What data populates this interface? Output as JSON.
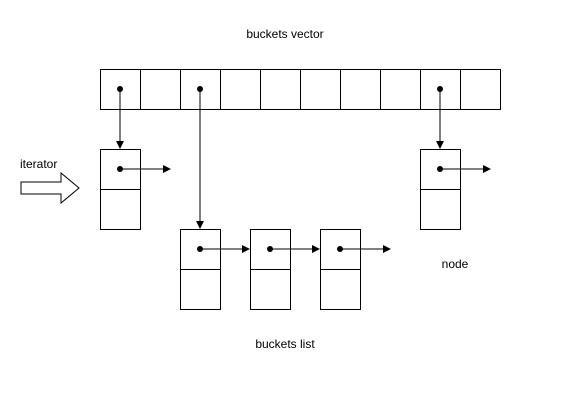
{
  "labels": {
    "buckets_vector": "buckets vector",
    "iterator": "iterator",
    "node": "node",
    "buckets_list": "buckets list"
  },
  "colors": {
    "stroke": "#000000",
    "fill": "#ffffff"
  },
  "buckets_vector": {
    "cell_count": 10,
    "pointer_cells": [
      1,
      3,
      9
    ]
  },
  "buckets_list": {
    "node_count": 3
  },
  "icons": {
    "iterator": "hollow-right-arrow-icon"
  }
}
